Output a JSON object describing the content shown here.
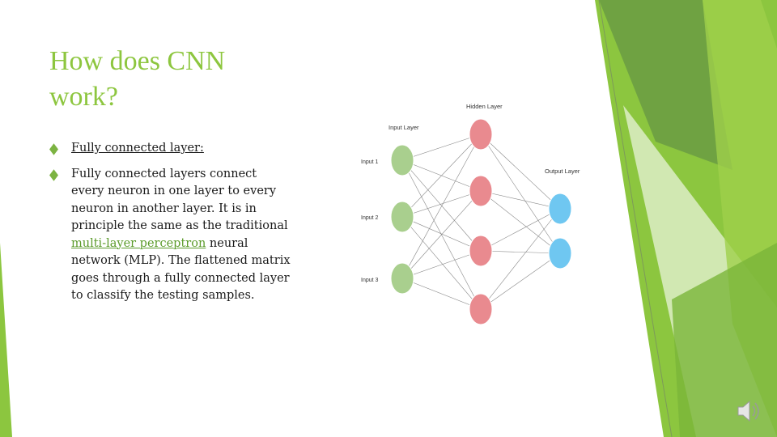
{
  "slide": {
    "title_lines": [
      "How does CNN",
      "work?"
    ],
    "bullets": {
      "first": "Fully connected  layer:",
      "second_before_link": "Fully connected layers connect every neuron in one layer to every neuron in another layer. It is in principle the same as the traditional ",
      "second_link": "multi-layer perceptron",
      "second_after_link": " neural network (MLP). The flattened matrix goes through a fully connected layer to classify the testing samples."
    }
  },
  "network": {
    "layer_labels": {
      "input": "Input Layer",
      "hidden": "Hidden Layer",
      "output": "Output Layer"
    },
    "input_labels": [
      "Input 1",
      "Input 2",
      "Input 3"
    ],
    "layers": {
      "input": 3,
      "hidden": 4,
      "output": 2
    },
    "colors": {
      "input": "#a9cf8e",
      "hidden": "#e98a8f",
      "output": "#6fc7f1",
      "edge": "#888888"
    }
  },
  "theme": {
    "accent": "#8dc63f",
    "icons": [
      "bullet-diamond-icon",
      "speaker-icon"
    ]
  }
}
